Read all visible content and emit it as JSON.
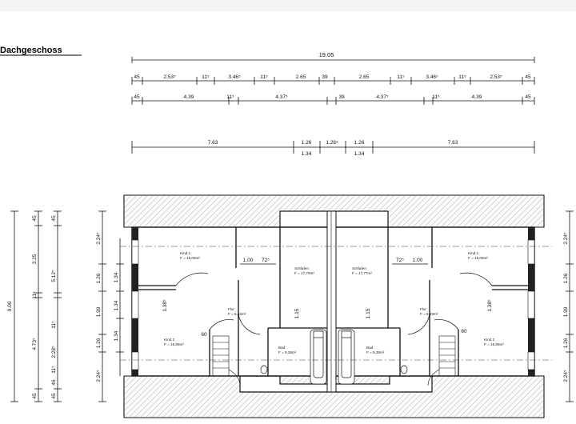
{
  "title": "Dachgeschoss",
  "dimensions": {
    "total_width": "19.05",
    "row1": [
      "45",
      "2.53⁵",
      "11⁵",
      "3.46⁵",
      "11⁵",
      "2.65",
      "39",
      "2.65",
      "11⁵",
      "3.46⁵",
      "11⁵",
      "2.53⁵",
      "45"
    ],
    "row2": [
      "45",
      "4.39",
      "11⁵",
      "4.37⁵",
      "39",
      "4.37⁵",
      "11⁵",
      "4.39",
      "45"
    ],
    "row3_top": [
      "7.63",
      "1.26",
      "1.26⁵",
      "1.26",
      "7.63"
    ],
    "row3_bottom": [
      "1.34",
      "1.34"
    ],
    "vertical_total": "9.00",
    "vertical_outer": [
      "45",
      "3.25",
      "11⁵",
      "4.73⁵",
      "45"
    ],
    "vertical_mid": [
      "45",
      "5.12⁵",
      "11⁵",
      "2.28⁵",
      "11⁵",
      "46",
      "45"
    ],
    "vertical_inner": [
      "2.24⁵",
      "1.26",
      "1.99",
      "1.26",
      "2.24⁵"
    ],
    "vertical_inner2": [
      "1.34",
      "1.34",
      "1.34"
    ],
    "right_vertical": [
      "2.24⁵",
      "1.26",
      "1.99",
      "1.26",
      "2.24⁵"
    ]
  },
  "rooms": {
    "kind1": {
      "name": "Kind 1",
      "area": "F = 15,05m²"
    },
    "kind2": {
      "name": "Kind 2",
      "area": "F = 15,65m²"
    },
    "schlafen_left": {
      "name": "Schlafen",
      "area": "F = 17,76m²"
    },
    "schlafen_right": {
      "name": "Schlafen",
      "area": "F = 17,77m²"
    },
    "flur": {
      "name": "Flur",
      "area": "F = 6,43m²"
    },
    "bad": {
      "name": "Bad",
      "area": "F = 9,38m²"
    }
  },
  "openings": {
    "opening_100": "1.00",
    "opening_72": "72⁵",
    "door_138": "1.38⁵",
    "door_60": "60",
    "stair_115": "1.15"
  }
}
